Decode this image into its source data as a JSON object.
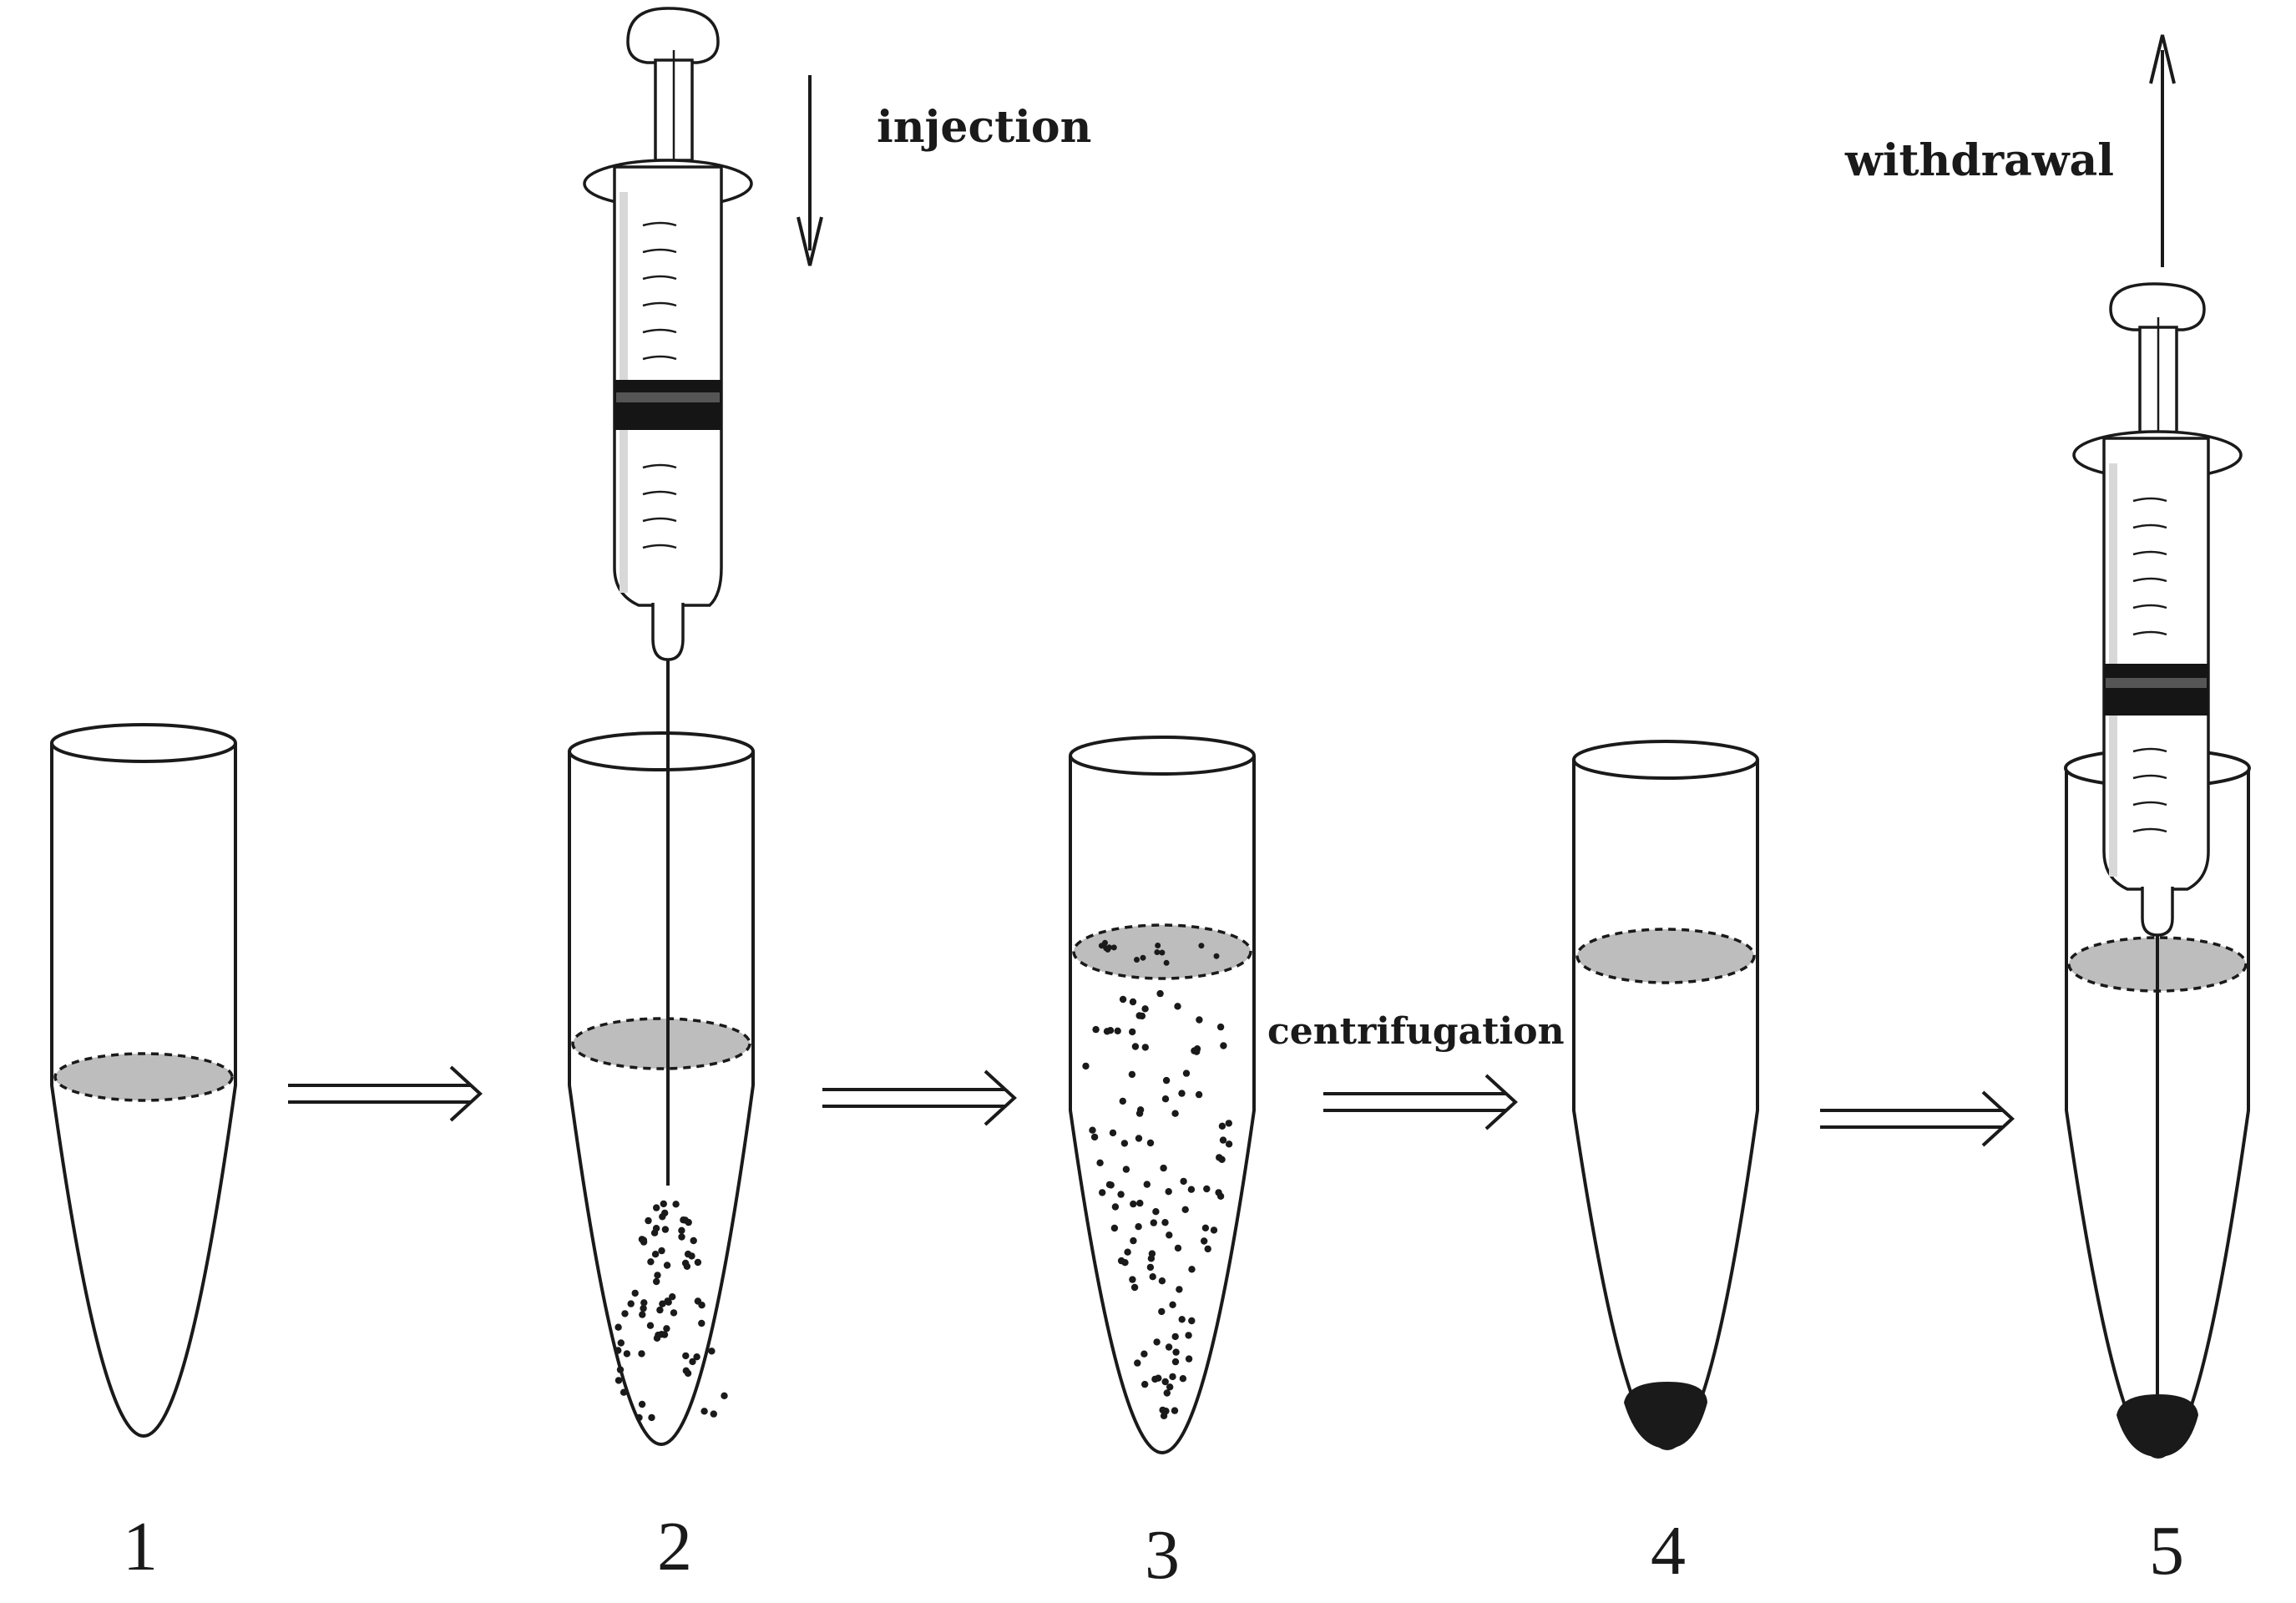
{
  "labels": {
    "injection": "injection",
    "withdrawal": "withdrawal",
    "centrifugation": "centrifugation"
  },
  "steps": [
    "1",
    "2",
    "3",
    "4",
    "5"
  ],
  "colors": {
    "line": "#1a1a1a",
    "extractant_layer": "#bdbdbd",
    "sediment": "#1a1a1a"
  }
}
